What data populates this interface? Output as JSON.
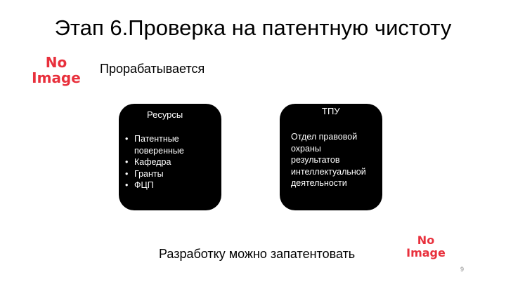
{
  "slide": {
    "title": "Этап 6.Проверка на патентную чистоту",
    "subtitle": "Прорабатывается",
    "image_placeholders": [
      "No\nImage",
      "No\nImage"
    ],
    "cards": [
      {
        "heading": "Ресурсы",
        "bullets": [
          "Патентные поверенные",
          "Кафедра",
          "Гранты",
          "ФЦП"
        ]
      },
      {
        "heading": "ТПУ",
        "text": "Отдел правовой\nохраны\nрезультатов\nинтеллектуальной\nдеятельности"
      }
    ],
    "bottom_text": "Разработку можно запатентовать",
    "page_number": "9"
  },
  "colors": {
    "background": "#ffffff",
    "card_fill": "#000000",
    "placeholder_text": "#e8303c",
    "page_number": "#8a8a8a"
  }
}
